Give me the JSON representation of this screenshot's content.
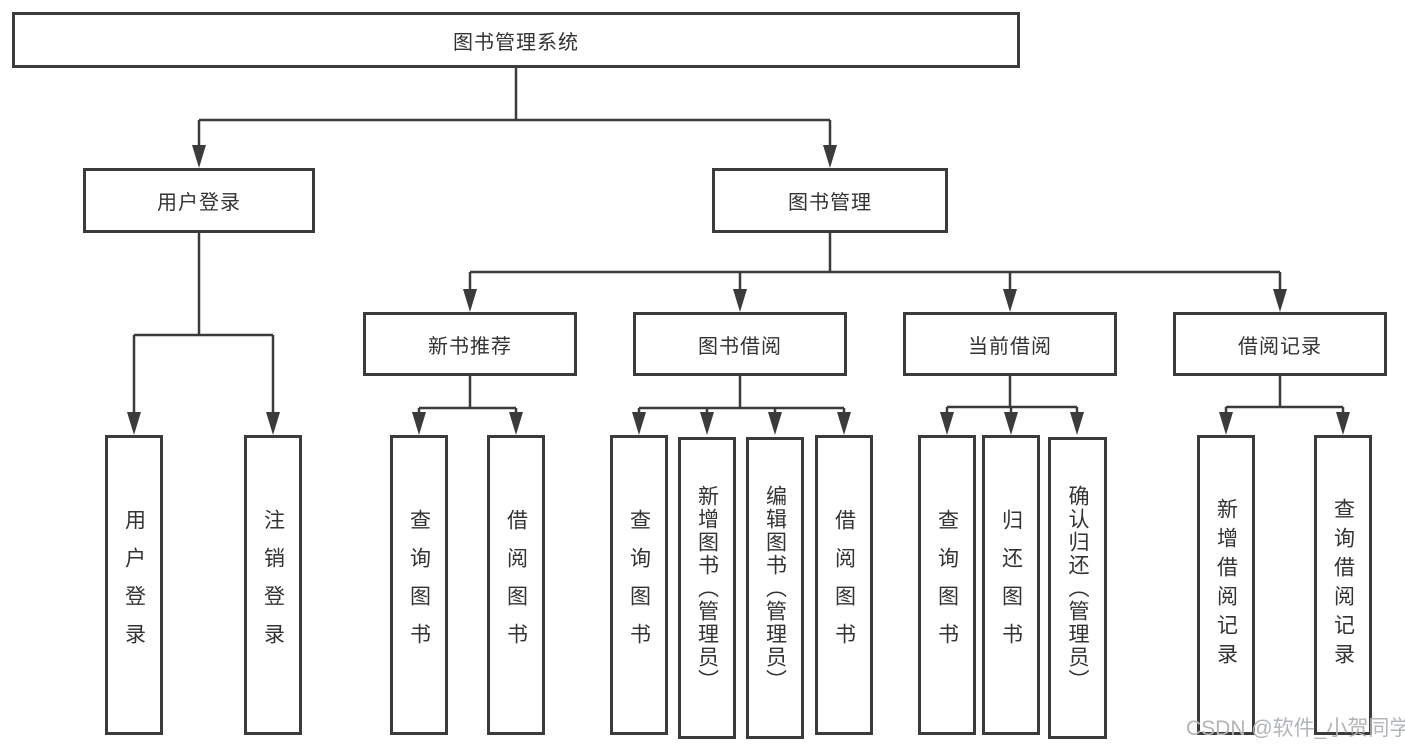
{
  "tree": {
    "root": "图书管理系统",
    "user_login": {
      "label": "用户登录",
      "children": [
        "用户登录",
        "注销登录"
      ]
    },
    "book_mgmt": {
      "label": "图书管理",
      "groups": {
        "new_book_rec": {
          "label": "新书推荐",
          "children": [
            "查询图书",
            "借阅图书"
          ]
        },
        "book_borrow": {
          "label": "图书借阅",
          "children": [
            "查询图书",
            "新增图书（管理员）",
            "编辑图书（管理员）",
            "借阅图书"
          ]
        },
        "current_borrow": {
          "label": "当前借阅",
          "children": [
            "查询图书",
            "归还图书",
            "确认归还（管理员）"
          ]
        },
        "borrow_records": {
          "label": "借阅记录",
          "children": [
            "新增借阅记录",
            "查询借阅记录"
          ]
        }
      }
    }
  },
  "watermark": {
    "text": "CSDN @软件_小贺同学"
  },
  "colors": {
    "line": "#3b3b3b",
    "text": "#333333",
    "watermark": "#b2b5b8",
    "background": "#ffffff"
  }
}
